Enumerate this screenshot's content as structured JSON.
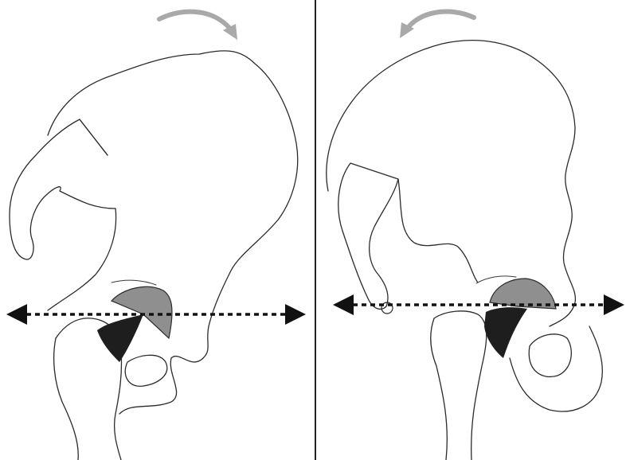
{
  "figure": {
    "panels": [
      {
        "id": "left",
        "rotation_arrow": {
          "direction": "clockwise",
          "color": "#a9a9a9"
        },
        "acetabular_roof": {
          "color": "#8f8f8f"
        },
        "acetabular_fossa": {
          "color": "#1e1e1e"
        },
        "reference_line": {
          "style": "dotted",
          "arrowheads": "both",
          "color": "#111111"
        }
      },
      {
        "id": "right",
        "rotation_arrow": {
          "direction": "counterclockwise",
          "color": "#a9a9a9"
        },
        "acetabular_roof": {
          "color": "#8f8f8f"
        },
        "acetabular_fossa": {
          "color": "#1e1e1e"
        },
        "reference_line": {
          "style": "dotted",
          "arrowheads": "both",
          "color": "#111111"
        }
      }
    ],
    "divider": {
      "color": "#222222"
    }
  }
}
